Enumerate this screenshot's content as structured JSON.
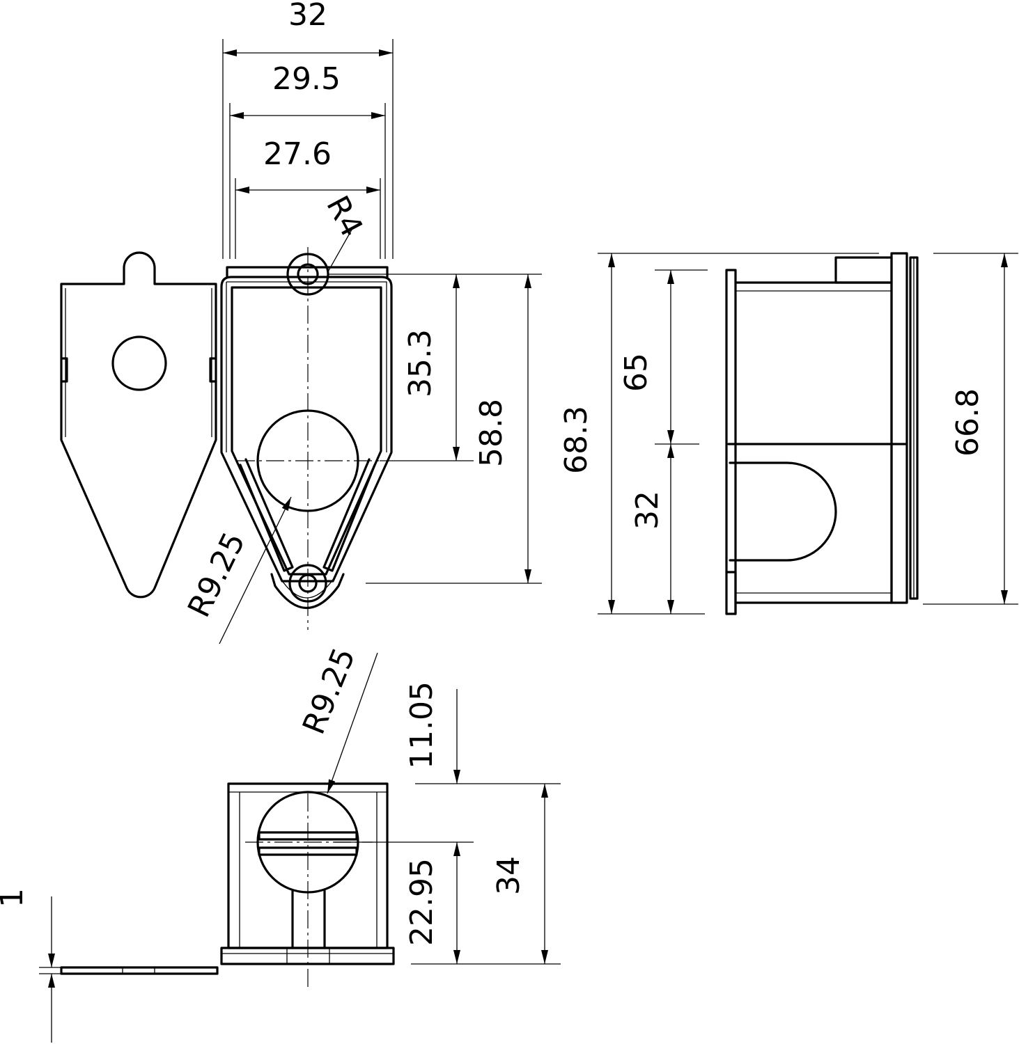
{
  "drawing": {
    "dimensions": {
      "d32_top": "32",
      "d29_5": "29.5",
      "d27_6": "27.6",
      "r4": "R4",
      "d35_3": "35.3",
      "d58_8": "58.8",
      "d68_3": "68.3",
      "d65": "65",
      "d32_side": "32",
      "d66_8": "66.8",
      "r9_25_front": "R9.25",
      "r9_25_bottom": "R9.25",
      "d11_05": "11.05",
      "d22_95": "22.95",
      "d34": "34",
      "d1": "1"
    }
  }
}
